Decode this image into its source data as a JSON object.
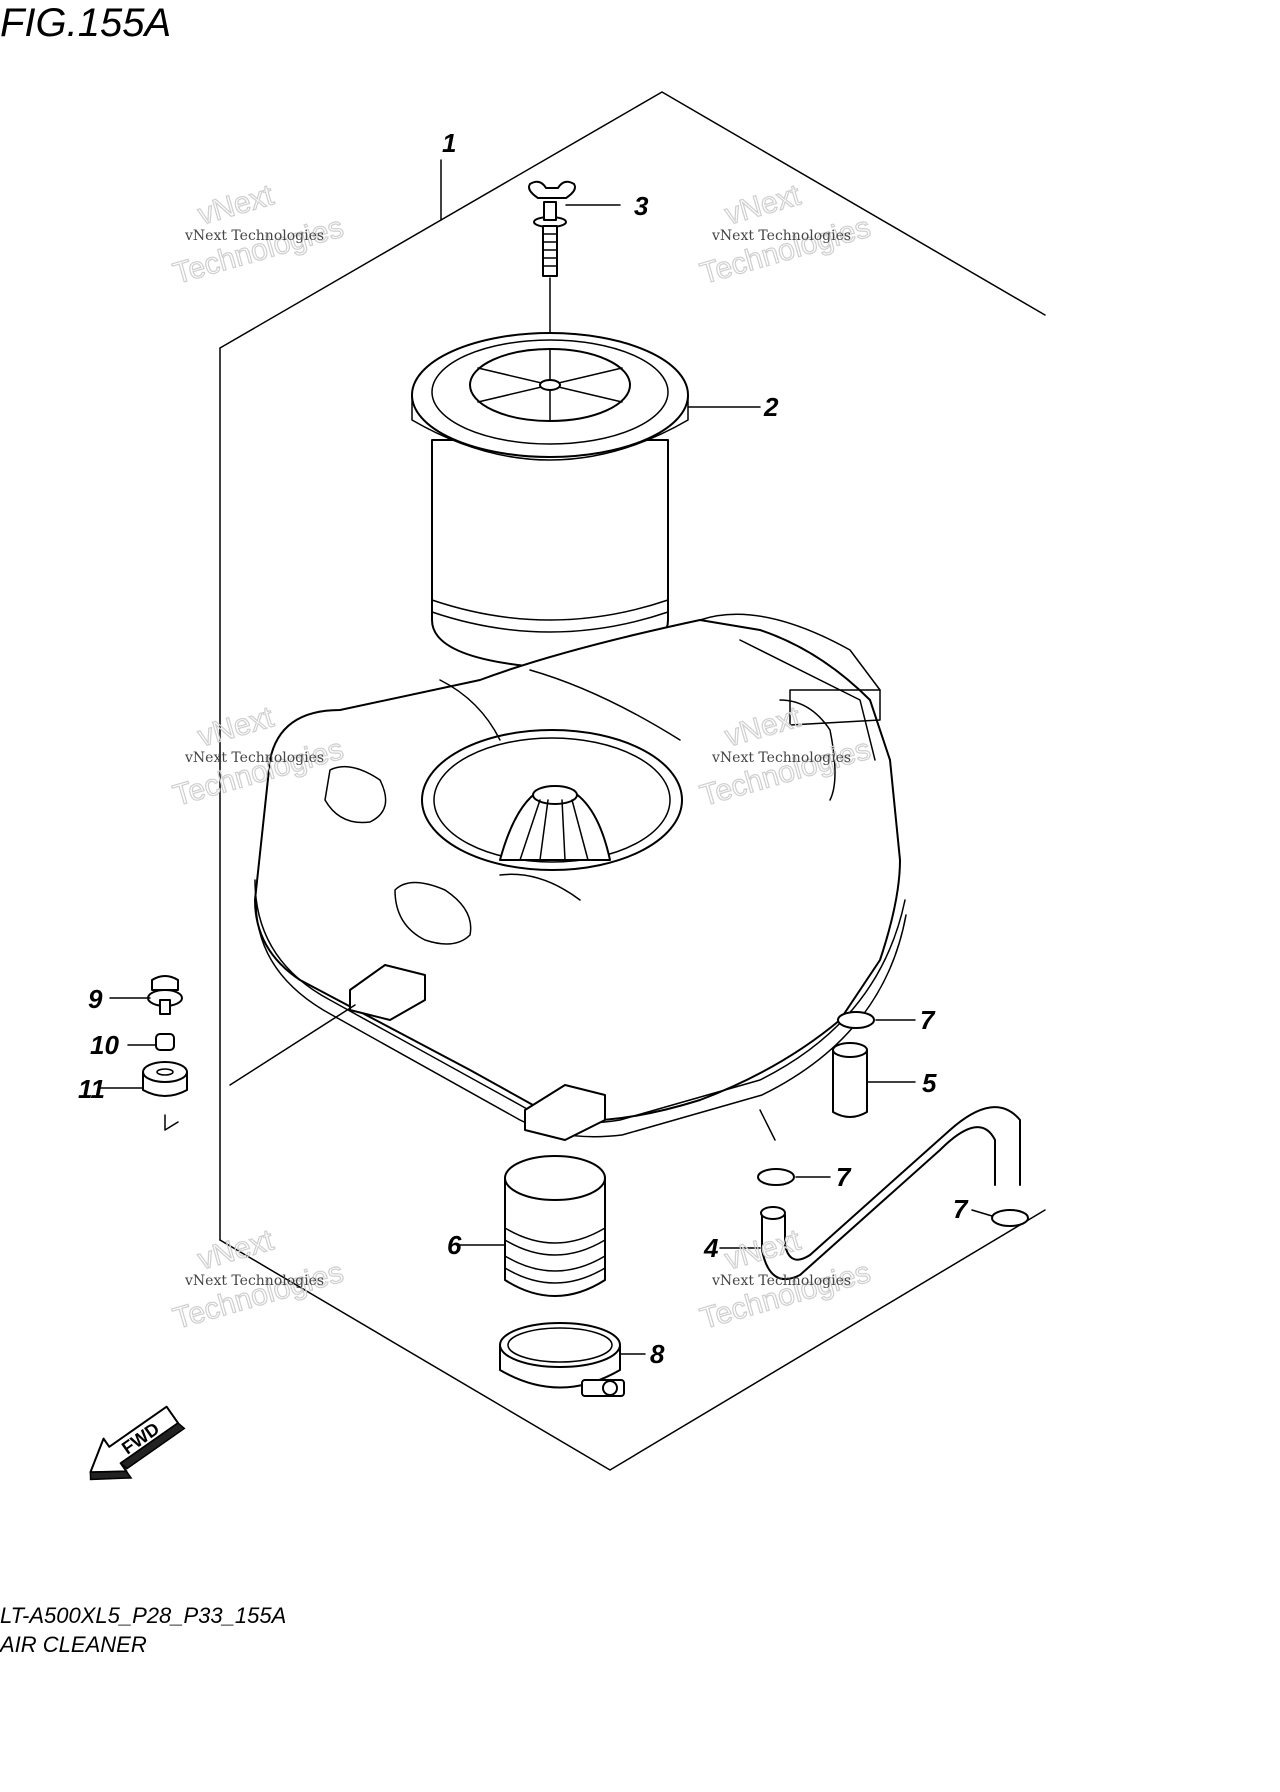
{
  "figure": {
    "title": "FIG.155A",
    "code": "LT-A500XL5_P28_P33_155A",
    "name": "AIR CLEANER"
  },
  "callouts": [
    "1",
    "2",
    "3",
    "4",
    "5",
    "6",
    "7",
    "7",
    "7",
    "8",
    "9",
    "10",
    "11"
  ],
  "watermark": {
    "line_small": "vNext Technologies",
    "line_big_1": "vNext",
    "line_big_2": "Technologies"
  },
  "direction_badge": "FWD",
  "icons": [
    "fwd-arrow-icon"
  ]
}
